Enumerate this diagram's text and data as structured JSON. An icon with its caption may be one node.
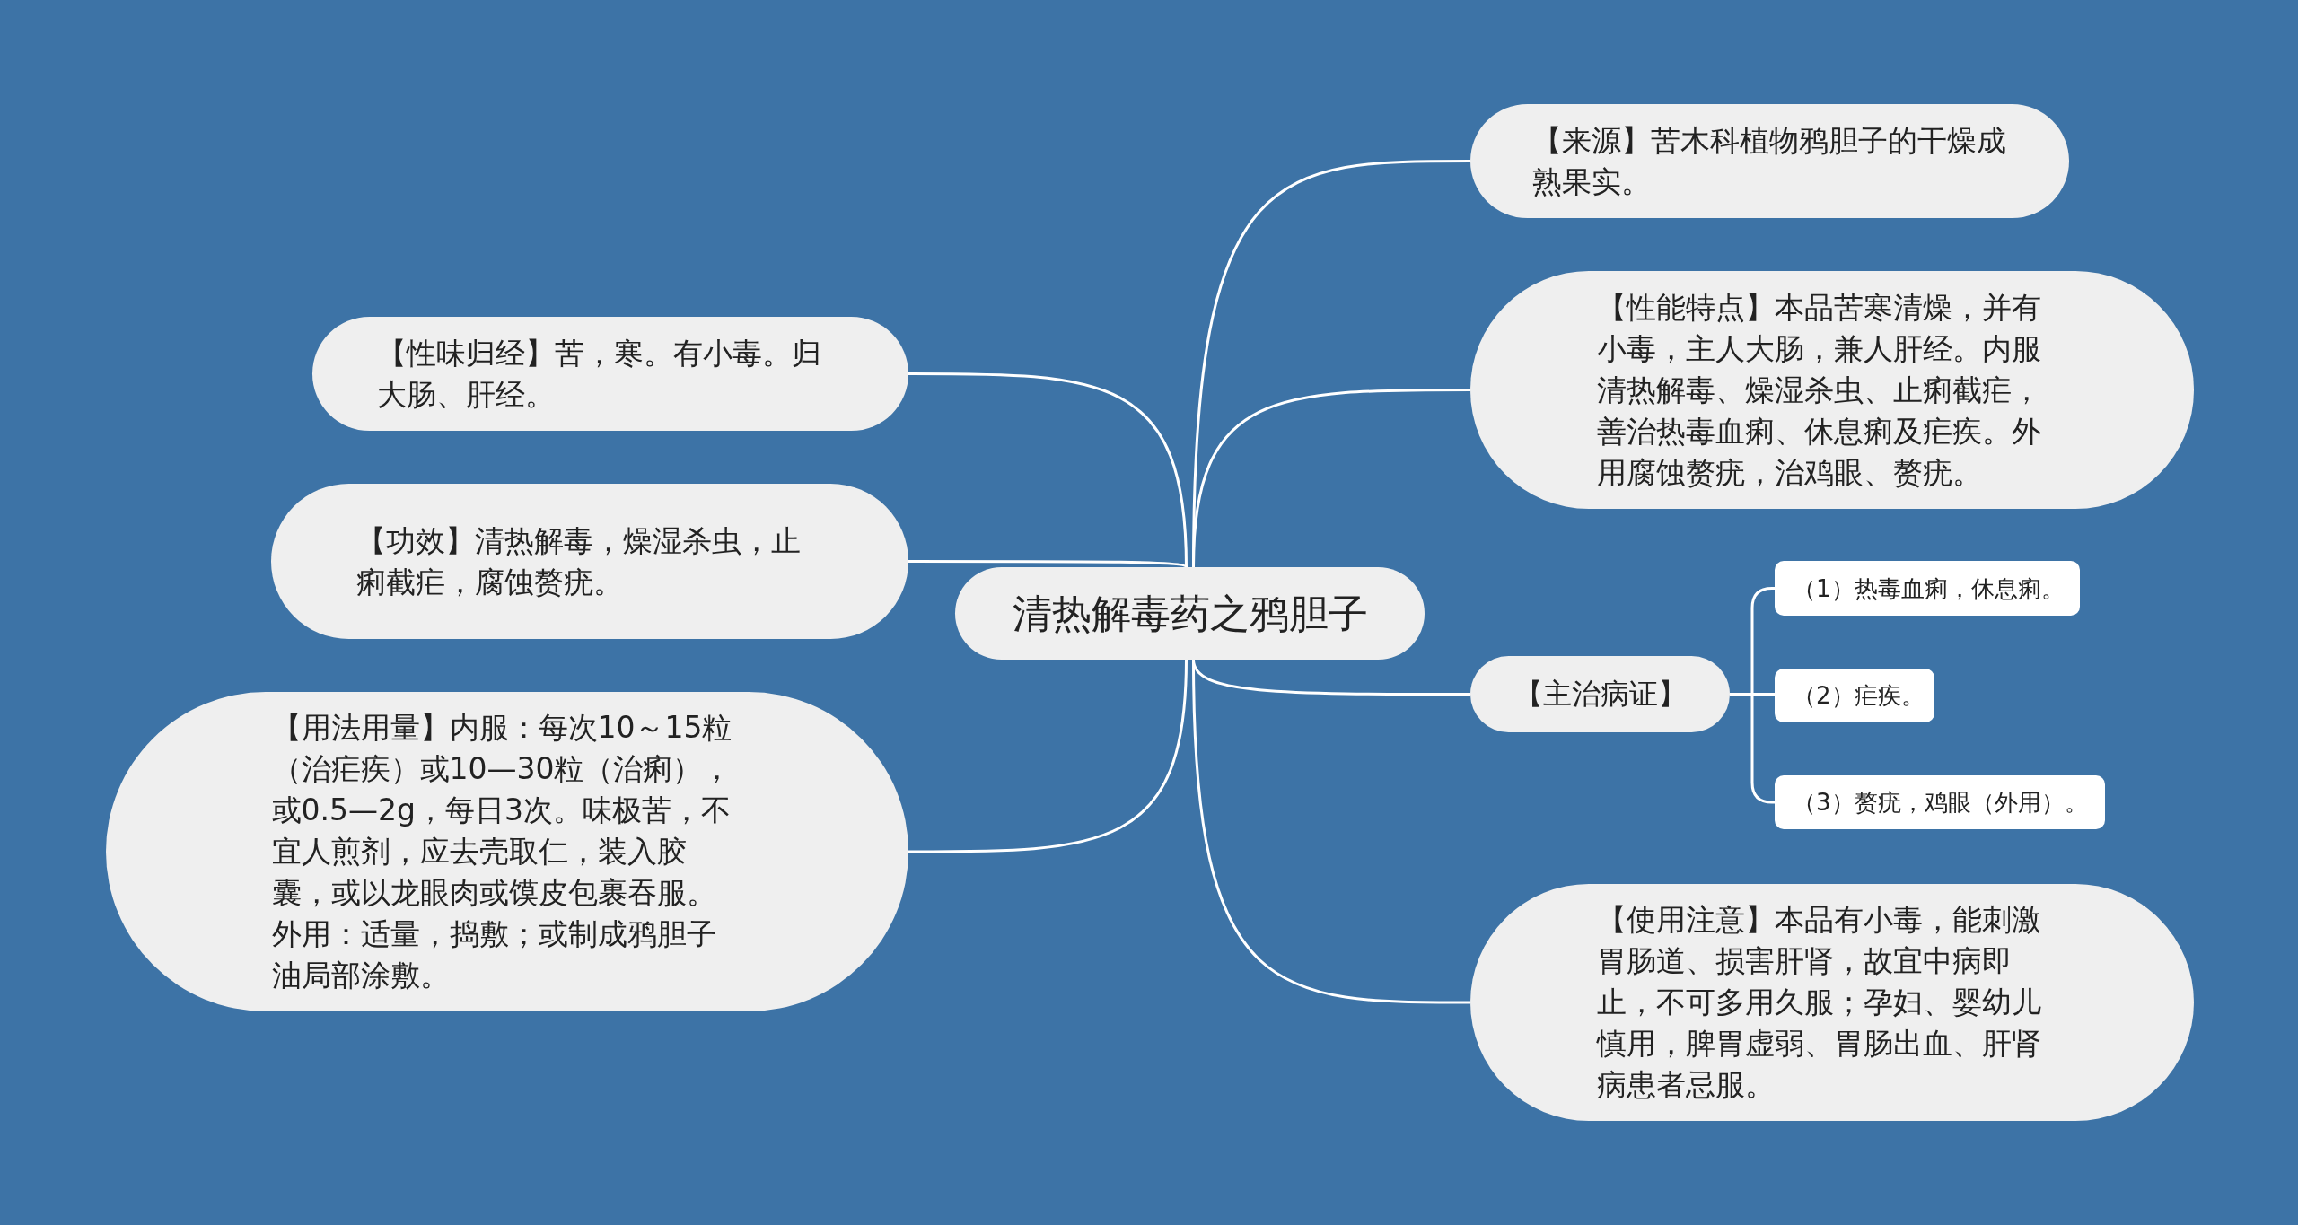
{
  "diagram": {
    "nodes": [
      {
        "text": [
          "清热解毒药之鸦胆子"
        ]
      },
      {
        "text": [
          "【性味归经】苦，寒。有小毒。归大肠、肝经。"
        ]
      },
      {
        "text": [
          "【功效】清热解毒，燥湿杀虫，止痢截疟，腐蚀赘疣。"
        ]
      },
      {
        "text": [
          "【用法用量】内服：每次10～15粒（治疟疾）或10—30粒（治痢），或0.5—2g，每日3次。味极苦，不宜人煎剂，应去壳取仁，装入胶囊，或以龙眼肉或馍皮包裹吞服。外用：适量，捣敷；或制成鸦胆子油局部涂敷。"
        ]
      },
      {
        "text": [
          "【来源】苦木科植物鸦胆子的干燥成熟果实。"
        ]
      },
      {
        "text": [
          "【性能特点】本品苦寒清燥，并有小毒，主人大肠，兼人肝经。内服清热解毒、燥湿杀虫、止痢截疟，善治热毒血痢、休息痢及疟疾。外用腐蚀赘疣，治鸡眼、赘疣。"
        ]
      },
      {
        "text": [
          "【主治病证】"
        ]
      },
      {
        "text": [
          "（1）热毒血痢，休息痢。"
        ]
      },
      {
        "text": [
          "（2）疟疾。"
        ]
      },
      {
        "text": [
          "（3）赘疣，鸡眼（外用）。"
        ]
      },
      {
        "text": [
          "【使用注意】本品有小毒，能刺激胃肠道、损害肝肾，故宜中病即止，不可多用久服；孕妇、婴幼儿慎用，脾胃虚弱、胃肠出血、肝肾病患者忌服。"
        ]
      }
    ],
    "edges": [
      {
        "from": 0,
        "to": 1,
        "arrow": "none"
      },
      {
        "from": 0,
        "to": 2,
        "arrow": "none"
      },
      {
        "from": 0,
        "to": 3,
        "arrow": "none"
      },
      {
        "from": 0,
        "to": 4,
        "arrow": "none"
      },
      {
        "from": 0,
        "to": 5,
        "arrow": "none"
      },
      {
        "from": 0,
        "to": 6,
        "arrow": "none"
      },
      {
        "from": 6,
        "to": 7,
        "arrow": "none"
      },
      {
        "from": 6,
        "to": 8,
        "arrow": "none"
      },
      {
        "from": 6,
        "to": 9,
        "arrow": "none"
      },
      {
        "from": 0,
        "to": 10,
        "arrow": "none"
      }
    ]
  }
}
